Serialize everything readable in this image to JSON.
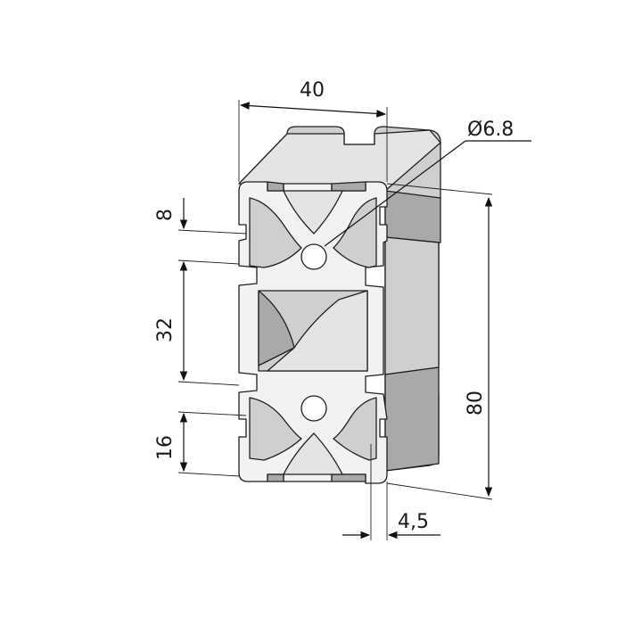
{
  "drawing": {
    "dimensions": {
      "width": "40",
      "hole_diameter": "Ø6.8",
      "top_offset": "8",
      "middle_span": "32",
      "height": "80",
      "bottom_offset": "16",
      "slot_width": "4,5"
    }
  }
}
